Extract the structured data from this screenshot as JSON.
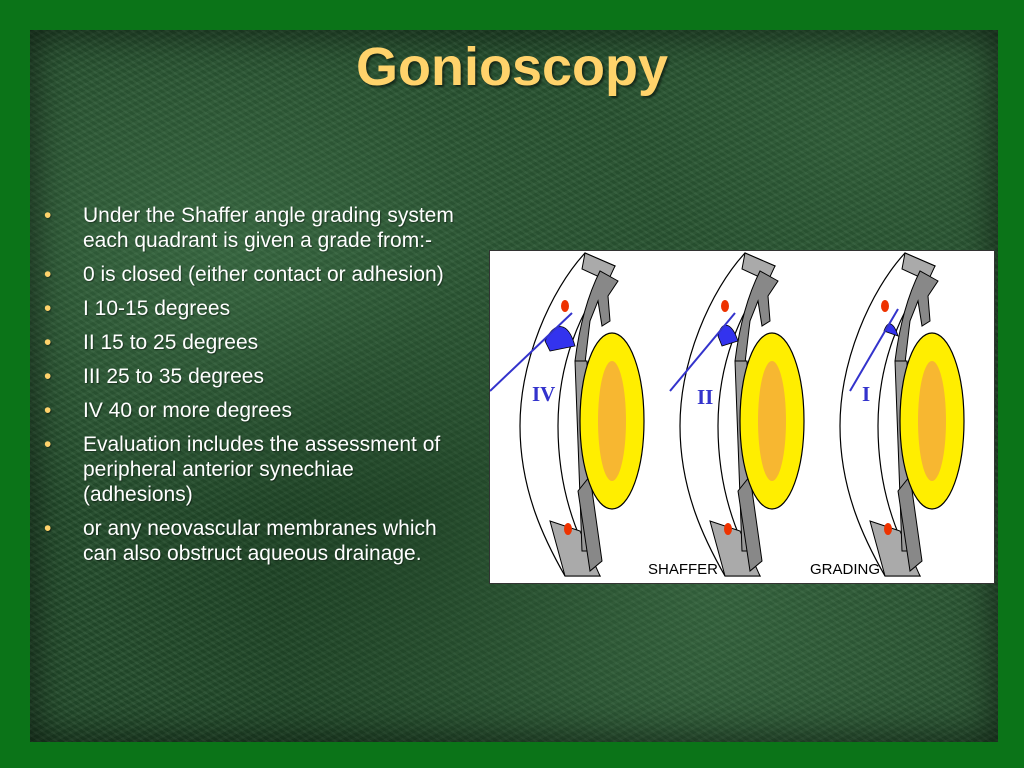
{
  "slide": {
    "title": "Gonioscopy",
    "bullets": [
      "Under the Shaffer angle grading system each quadrant is given a grade from:-",
      "0 is closed (either contact or adhesion)",
      "I 10-15 degrees",
      "II 15 to 25 degrees",
      "III 25 to 35 degrees",
      "IV 40 or more degrees",
      "Evaluation includes the assessment of peripheral anterior synechiae (adhesions)",
      "or any neovascular membranes which can also obstruct aqueous drainage."
    ],
    "bullet_glyph": "•"
  },
  "figure": {
    "grade_labels": [
      "IV",
      "II",
      "I"
    ],
    "caption_left": "SHAFFER",
    "caption_right": "GRADING"
  },
  "colors": {
    "title": "#ffd36b",
    "bullet_text": "#ffffff",
    "background": "#244d2c",
    "frame": "#0b7418",
    "lens_outer": "#ffee00",
    "lens_inner": "#f7b731",
    "angle_fill": "#3333ee",
    "iris": "#999999"
  }
}
